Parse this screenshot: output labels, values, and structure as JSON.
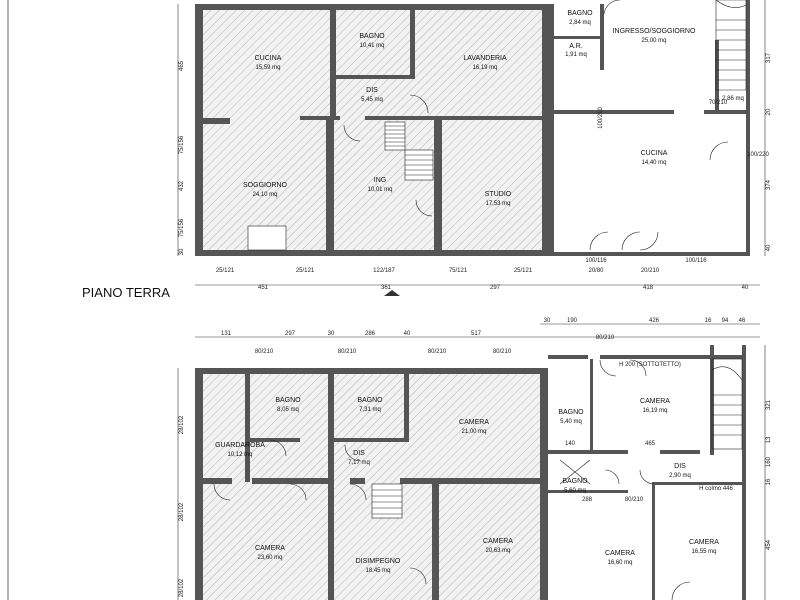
{
  "floors": [
    {
      "title": "PIANO TERRA",
      "rooms": [
        {
          "label": "CUCINA",
          "area": "15,59 mq"
        },
        {
          "label": "BAGNO",
          "area": "10,41 mq"
        },
        {
          "label": "LAVANDERIA",
          "area": "16,19 mq"
        },
        {
          "label": "DIS",
          "area": "5,45 mq"
        },
        {
          "label": "SOGGIORNO",
          "area": "24,10 mq"
        },
        {
          "label": "ING",
          "area": "10,01 mq"
        },
        {
          "label": "STUDIO",
          "area": "17,53 mq"
        },
        {
          "label": "BAGNO",
          "area": "2,84 mq"
        },
        {
          "label": "A.R.",
          "area": "1,91 mq"
        },
        {
          "label": "INGRESSO/SOGGIORNO",
          "area": "25,00 mq"
        },
        {
          "label": "CUCINA",
          "area": "14,40 mq"
        },
        {
          "label": "",
          "area": "2,86 mq"
        }
      ],
      "dims_bottom": [
        "451",
        "361",
        "297",
        "418",
        "40"
      ],
      "dims_bottom_small": [
        "25/121",
        "25/121",
        "122/187",
        "75/121",
        "25/121",
        "20/80",
        "20/210",
        "100/116"
      ],
      "dims_left": [
        "465",
        "75/156",
        "432",
        "75/156",
        "30"
      ],
      "dims_right": [
        "317",
        "20",
        "374",
        "40"
      ],
      "dims_misc": [
        "100/210",
        "100/220",
        "70/210",
        "100/116"
      ]
    },
    {
      "title": "",
      "rooms": [
        {
          "label": "BAGNO",
          "area": "8,05 mq"
        },
        {
          "label": "BAGNO",
          "area": "7,31 mq"
        },
        {
          "label": "GUARDAROBA",
          "area": "10,12 mq"
        },
        {
          "label": "CAMERA",
          "area": "21,00 mq"
        },
        {
          "label": "DIS",
          "area": "7,17 mq"
        },
        {
          "label": "CAMERA",
          "area": "23,60 mq"
        },
        {
          "label": "DISIMPEGNO",
          "area": "18,45 mq"
        },
        {
          "label": "CAMERA",
          "area": "20,63 mq"
        },
        {
          "label": "BAGNO",
          "area": "5,40 mq"
        },
        {
          "label": "CAMERA",
          "area": "16,19 mq"
        },
        {
          "label": "DIS",
          "area": "2,90 mq"
        },
        {
          "label": "BAGNO",
          "area": "5,60 mq"
        },
        {
          "label": "CAMERA",
          "area": "16,60 mq"
        },
        {
          "label": "CAMERA",
          "area": "16,55 mq"
        }
      ],
      "dims_top": [
        "131",
        "297",
        "30",
        "286",
        "40",
        "517",
        "30",
        "190",
        "426",
        "16",
        "94",
        "46"
      ],
      "dims_top_small": [
        "80/210",
        "80/210",
        "80/210",
        "80/210",
        "80/210"
      ],
      "notes": [
        "H 200 (SOTTOTETTO)",
        "H colmo 446",
        "140",
        "465",
        "288",
        "80/210"
      ],
      "dims_left": [
        "28/102",
        "28/102",
        "28/102"
      ],
      "dims_right": [
        "321",
        "13",
        "160",
        "16",
        "454"
      ]
    }
  ]
}
